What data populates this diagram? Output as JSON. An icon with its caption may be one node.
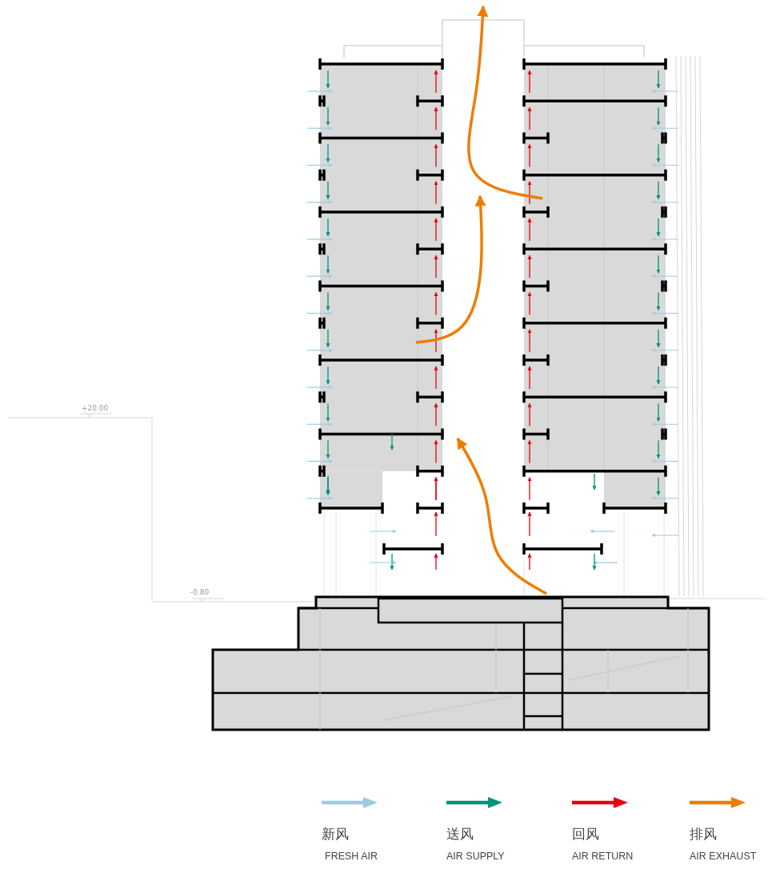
{
  "diagram": {
    "labels": [
      "+20.00",
      "-0.80",
      "FRESH AIR",
      "AIR SUPPLY",
      "AIR RETURN",
      "AIR EXHAUST"
    ],
    "legend": [
      {
        "text": "新风",
        "color": "#9ccbe3"
      },
      {
        "text": "送风",
        "color": "#00937a"
      },
      {
        "text": "回风",
        "color": "#e60012"
      },
      {
        "text": "排风",
        "color": "#ef7d00"
      }
    ]
  }
}
